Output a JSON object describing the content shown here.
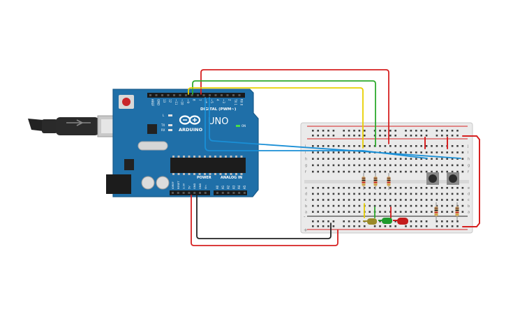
{
  "arduino": {
    "logo_text": "ARDUINO",
    "model": "UNO",
    "digital_label": "DIGITAL (PWM~)",
    "power_label": "POWER",
    "analog_label": "ANALOG IN",
    "led_labels": [
      "L",
      "TX",
      "RX"
    ],
    "on_label": "ON",
    "top_pin_labels": [
      "AREF",
      "GND",
      "13",
      "12",
      "~11",
      "~10",
      "~9",
      "8",
      "7",
      "~6",
      "~5",
      "4",
      "~3",
      "2",
      "TX 1",
      "RX 0"
    ],
    "power_pin_labels": [
      "IOREF",
      "RESET",
      "3.3V",
      "5V",
      "GND",
      "GND",
      "Vin"
    ],
    "analog_pin_labels": [
      "A0",
      "A1",
      "A2",
      "A3",
      "A4",
      "A5"
    ]
  },
  "breadboard": {
    "row_letters_top": [
      "j",
      "i",
      "h",
      "g",
      "f"
    ],
    "row_letters_bottom": [
      "e",
      "d",
      "c",
      "b",
      "a"
    ],
    "plus_label": "+",
    "minus_label": "-"
  },
  "wire_colors": {
    "red": "#d62020",
    "yellow": "#e8d000",
    "green": "#2eaa2e",
    "blue": "#1a8fd6",
    "black": "#222222"
  },
  "component_colors": {
    "board": "#1f6fa8",
    "led_yellow": "#9a8a28",
    "led_green": "#1f9a2c",
    "led_red": "#c41c1c",
    "button": "#2b2b2b"
  }
}
